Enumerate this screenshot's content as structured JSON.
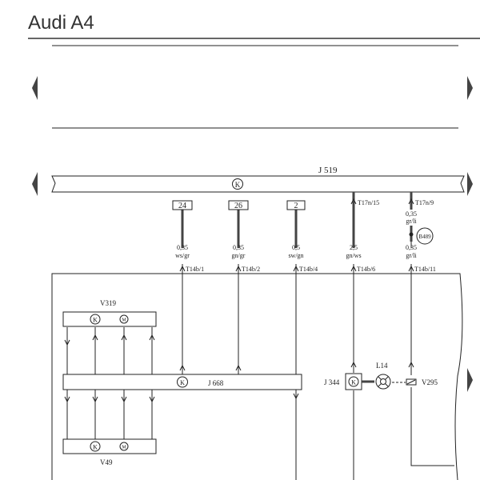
{
  "header": {
    "title": "Audi A4"
  },
  "colors": {
    "line": "#222222",
    "bus": "#444444",
    "title_rule": "#666666",
    "title_text": "#333333",
    "box_fill": "#ffffff"
  },
  "icons": {
    "k_symbol": "circle-k",
    "m_symbol": "circle-m",
    "lamp_symbol": "lamp-circle",
    "sensor_symbol": "sensor-diode"
  },
  "diagram": {
    "top_bus": {
      "label": "J 519",
      "symbol": "K"
    },
    "connectors": {
      "c24": "24",
      "c26": "26",
      "c2": "2",
      "t17n15": "T17n/15",
      "t17n9": "T17n/9",
      "b489": "B489"
    },
    "wires": {
      "w1": {
        "size": "0,35",
        "color": "ws/gr",
        "pin": "T14b/1"
      },
      "w2": {
        "size": "0,35",
        "color": "gn/gr",
        "pin": "T14b/2"
      },
      "w3": {
        "size": "0,5",
        "color": "sw/gn",
        "pin": "T14b/4"
      },
      "w4": {
        "size": "2,5",
        "color": "gn/ws",
        "pin": "T14b/6"
      },
      "w5_upper": {
        "size": "0,35",
        "color": "gr/li"
      },
      "w5": {
        "size": "0,35",
        "color": "gr/li",
        "pin": "T14b/11"
      }
    },
    "components": {
      "v319": "V319",
      "j668": "J 668",
      "v49": "V49",
      "j344": "J 344",
      "l14": "L14",
      "v295": "V295",
      "k": "K",
      "m": "M"
    }
  }
}
